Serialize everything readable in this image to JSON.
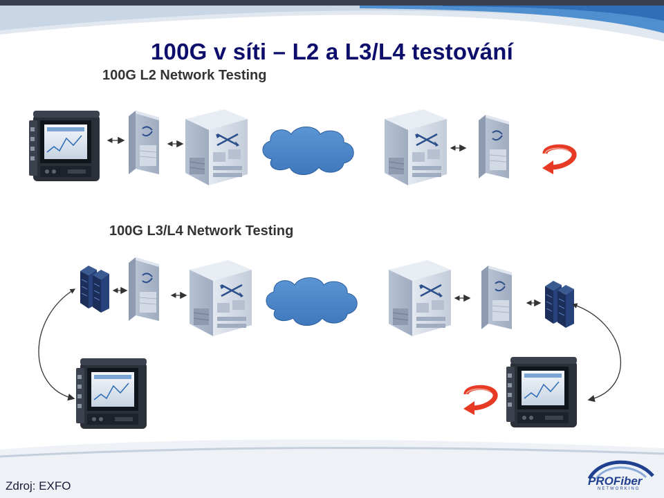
{
  "slide": {
    "title": "100G v síti – L2 a L3/L4 testování",
    "source": "Zdroj:  EXFO"
  },
  "diagram_l2": {
    "label": "100G L2 Network Testing"
  },
  "diagram_l3l4": {
    "label": "100G L3/L4 Network Testing"
  },
  "logo": {
    "brand": "PROFiber",
    "tagline": "NETWORKING"
  },
  "colors": {
    "title": "#0d0d6b",
    "cloud": "#4a86c8",
    "loop_arrow": "#e63a24",
    "server": "#1f3a6b",
    "band": "#4f8fd0"
  }
}
